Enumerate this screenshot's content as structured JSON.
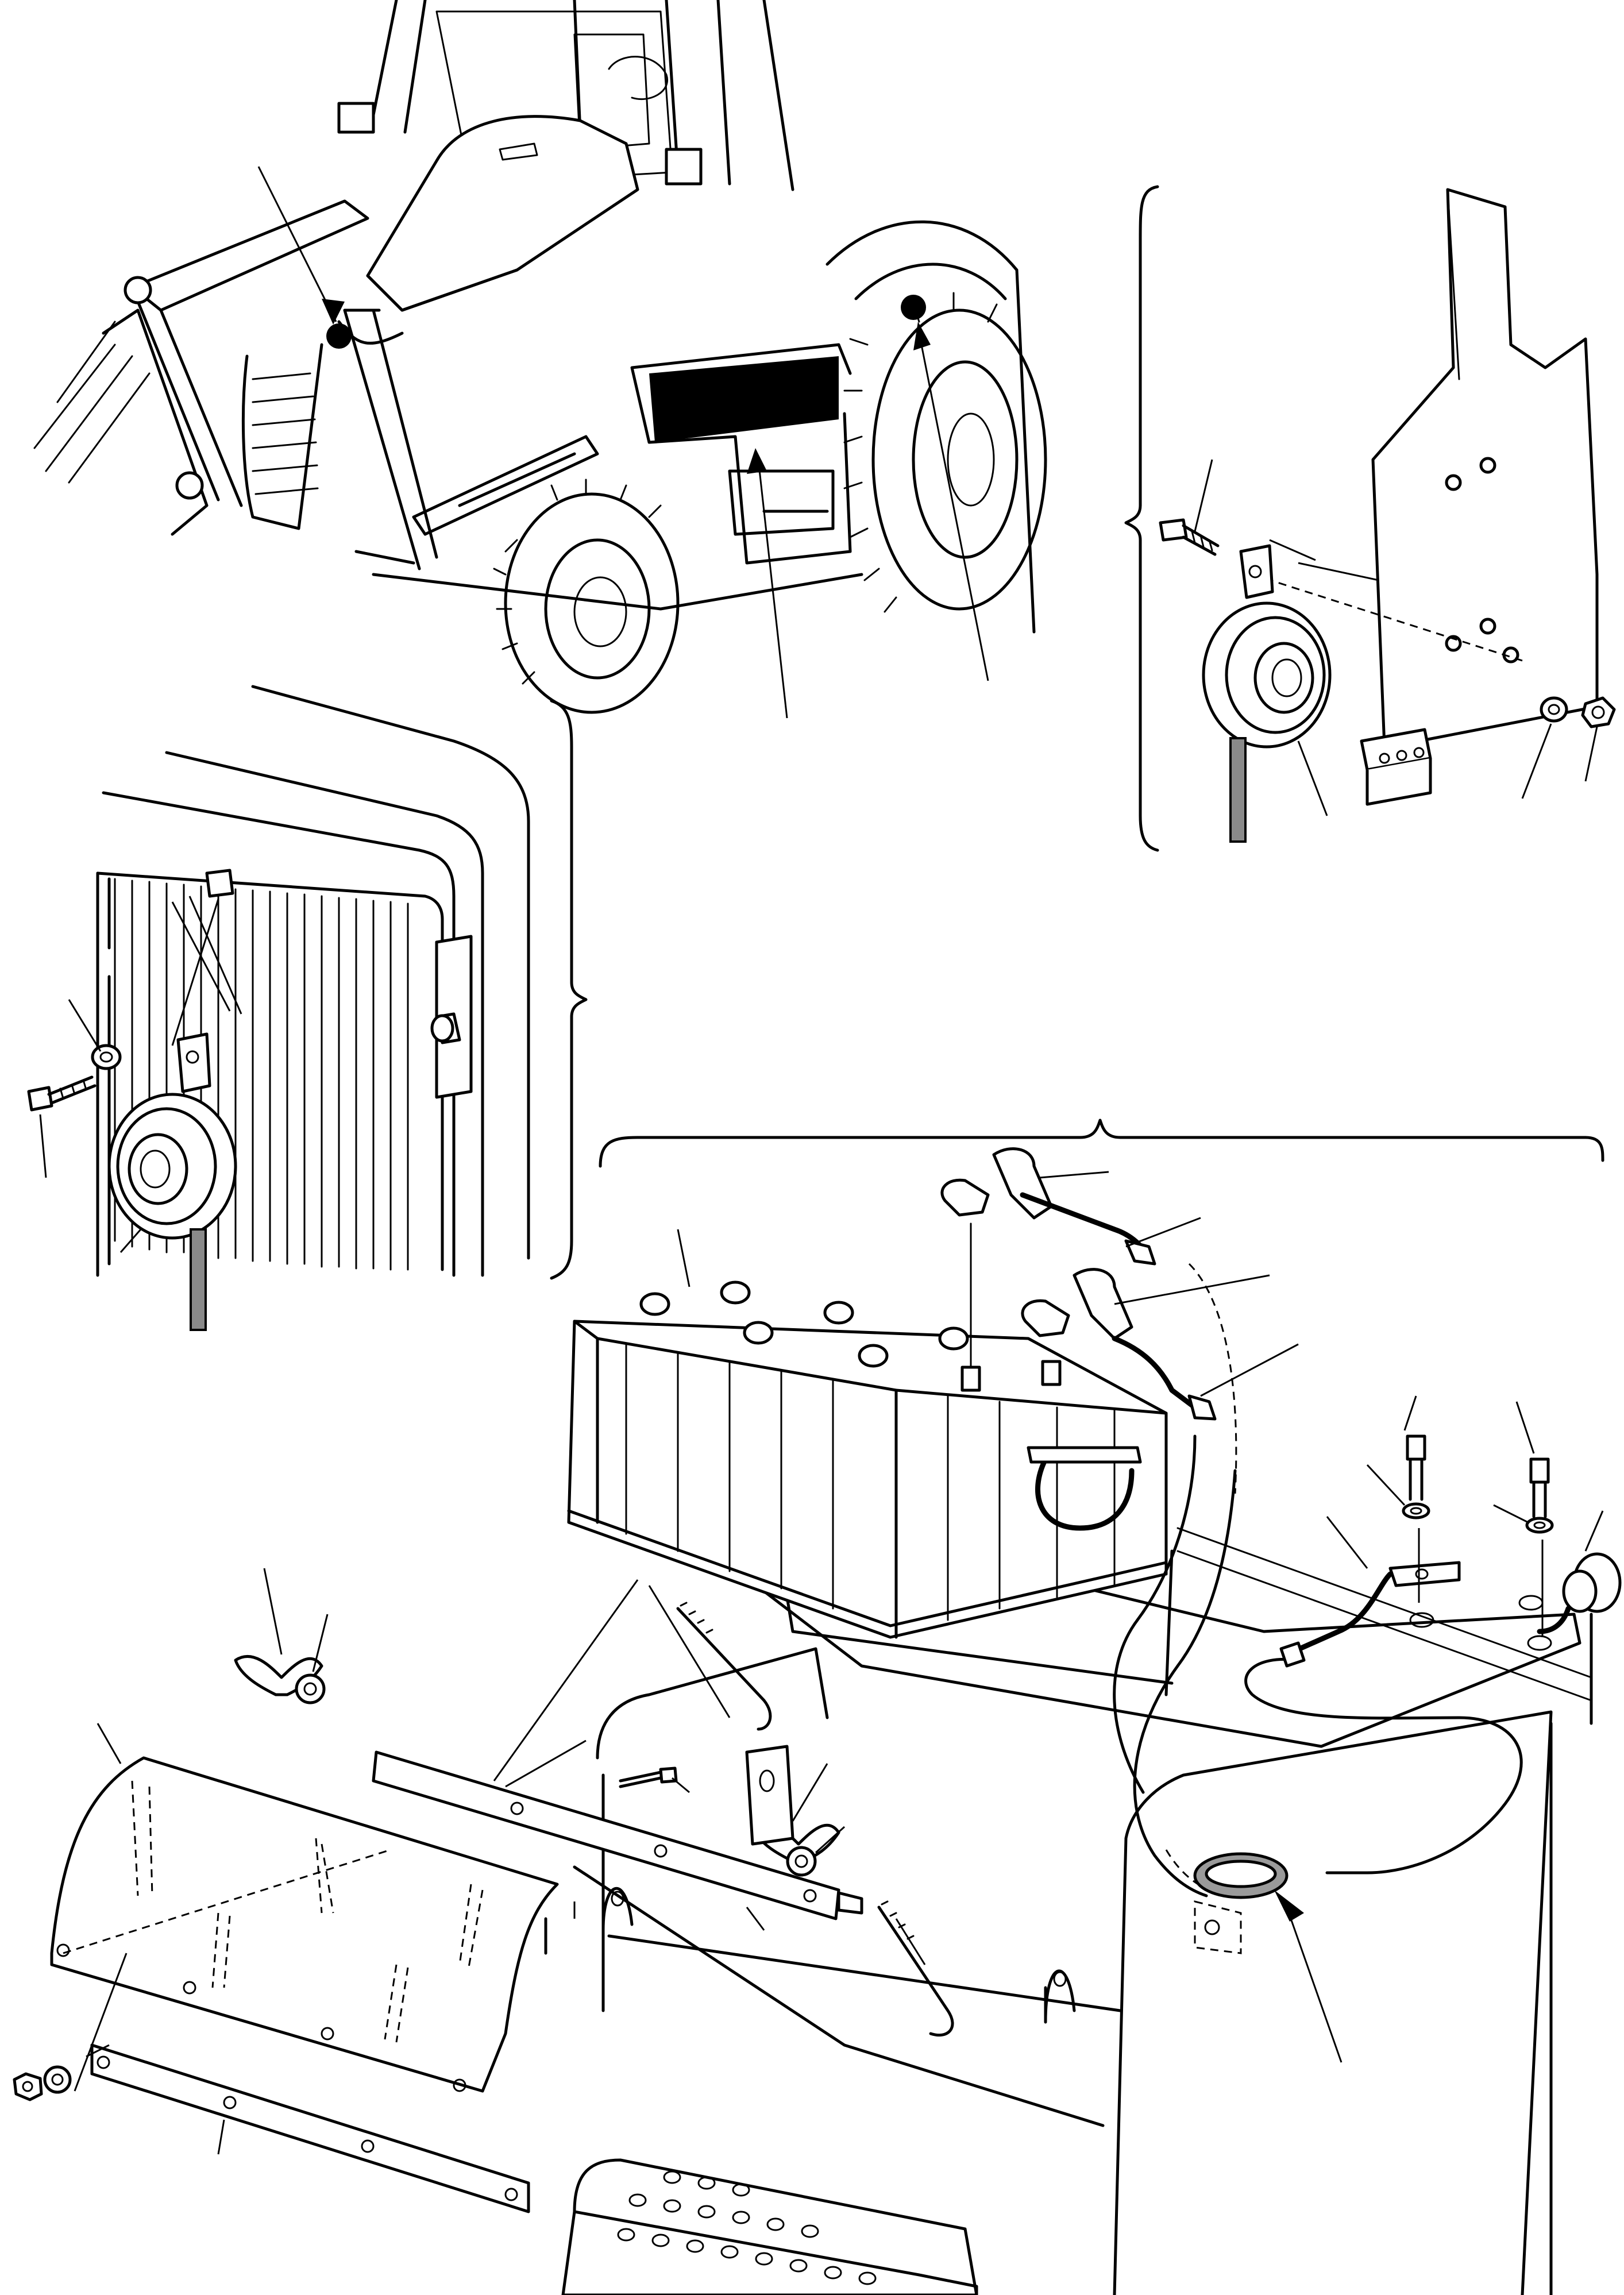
{
  "figure": {
    "views": [
      {
        "id": "machine-overview",
        "markers": [
          "horn-location-front",
          "horn-location-rear",
          "battery-location"
        ]
      },
      {
        "id": "rear-horn-detail",
        "parts": [
          "bolt",
          "horn",
          "washer",
          "nut"
        ]
      },
      {
        "id": "front-horn-detail",
        "parts": [
          "bolt",
          "washer",
          "horn"
        ]
      },
      {
        "id": "battery-detail",
        "parts": [
          "battery",
          "positive-terminal-clamp",
          "negative-terminal-clamp",
          "cables",
          "bolts",
          "washers",
          "grommet",
          "cover",
          "wing-nuts",
          "rods",
          "brackets"
        ]
      }
    ]
  }
}
